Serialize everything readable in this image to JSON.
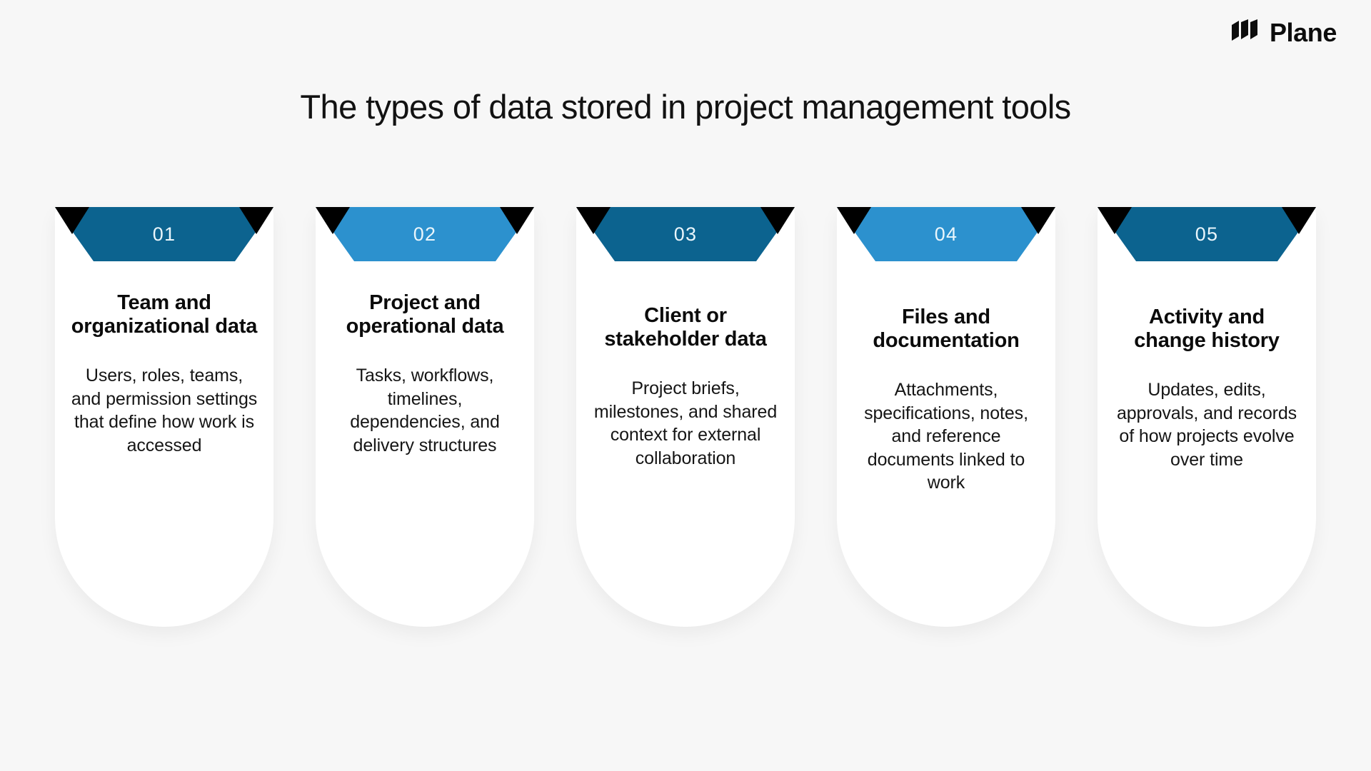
{
  "brand": {
    "name": "Plane",
    "logo_icon": "plane-logo-icon"
  },
  "header": {
    "title": "The types of data stored in project management tools"
  },
  "colors": {
    "background": "#F7F7F7",
    "card_background": "#FFFFFF",
    "banner_dark_blue": "#0C638F",
    "banner_light_blue": "#2C91CE",
    "banner_fold": "#000000",
    "number_text": "#EAF6FC",
    "title_text": "#121212"
  },
  "cards": [
    {
      "number": "01",
      "heading": "Team and organizational data",
      "body": "Users, roles, teams, and permission settings that define how work is accessed",
      "banner_color": "#0C638F"
    },
    {
      "number": "02",
      "heading": "Project and operational data",
      "body": "Tasks, workflows, timelines, dependencies, and delivery structures",
      "banner_color": "#2C91CE"
    },
    {
      "number": "03",
      "heading": "Client or stakeholder data",
      "body": "Project briefs, milestones, and shared context for external collaboration",
      "banner_color": "#0C638F"
    },
    {
      "number": "04",
      "heading": "Files and documentation",
      "body": "Attachments, specifications, notes, and reference documents linked to work",
      "banner_color": "#2C91CE"
    },
    {
      "number": "05",
      "heading": "Activity and change history",
      "body": "Updates, edits, approvals, and records of how projects evolve over time",
      "banner_color": "#0C638F"
    }
  ]
}
